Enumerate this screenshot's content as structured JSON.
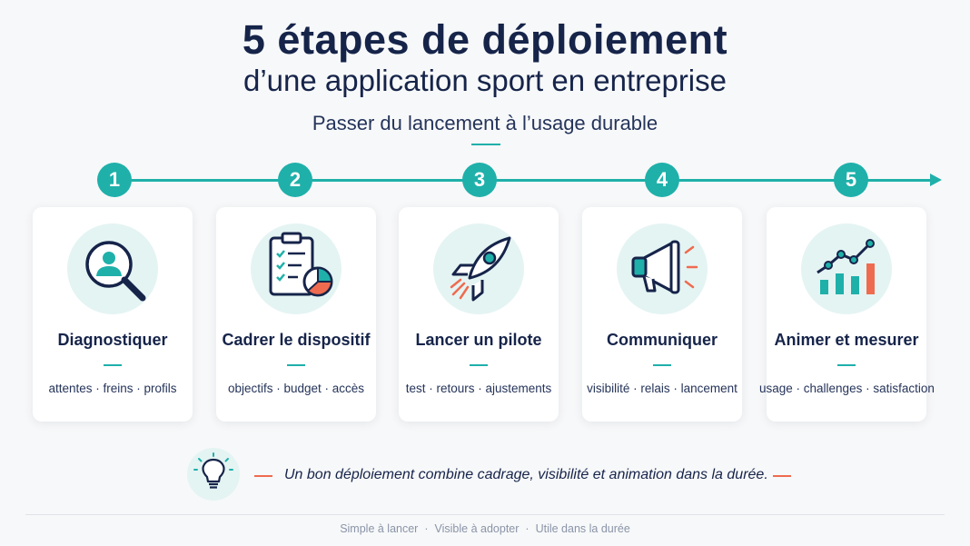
{
  "header": {
    "title": "5 étapes de déploiement",
    "subtitle": "d’une application sport en entreprise",
    "tagline": "Passer du lancement à l’usage durable"
  },
  "colors": {
    "accent": "#1fb0aa",
    "navy": "#16244a",
    "highlight": "#ef6b4f",
    "icon_bg": "#e4f4f3"
  },
  "steps": [
    {
      "number": "1",
      "title": "Diagnostiquer",
      "desc": "attentes · freins · profils",
      "icon": "search-user-icon"
    },
    {
      "number": "2",
      "title": "Cadrer le dispositif",
      "desc": "objectifs · budget · accès",
      "icon": "clipboard-chart-icon"
    },
    {
      "number": "3",
      "title": "Lancer un pilote",
      "desc": "test · retours · ajustements",
      "icon": "rocket-icon"
    },
    {
      "number": "4",
      "title": "Communiquer",
      "desc": "visibilité · relais · lancement",
      "icon": "megaphone-icon"
    },
    {
      "number": "5",
      "title": "Animer et mesurer",
      "desc": "usage · challenges · satisfaction",
      "icon": "growth-chart-icon"
    }
  ],
  "tip": {
    "icon": "lightbulb-icon",
    "text": "Un bon déploiement combine cadrage, visibilité et animation dans la durée."
  },
  "footer": {
    "items": [
      "Simple à lancer",
      "Visible à adopter",
      "Utile dans la durée"
    ],
    "separator": "·"
  }
}
